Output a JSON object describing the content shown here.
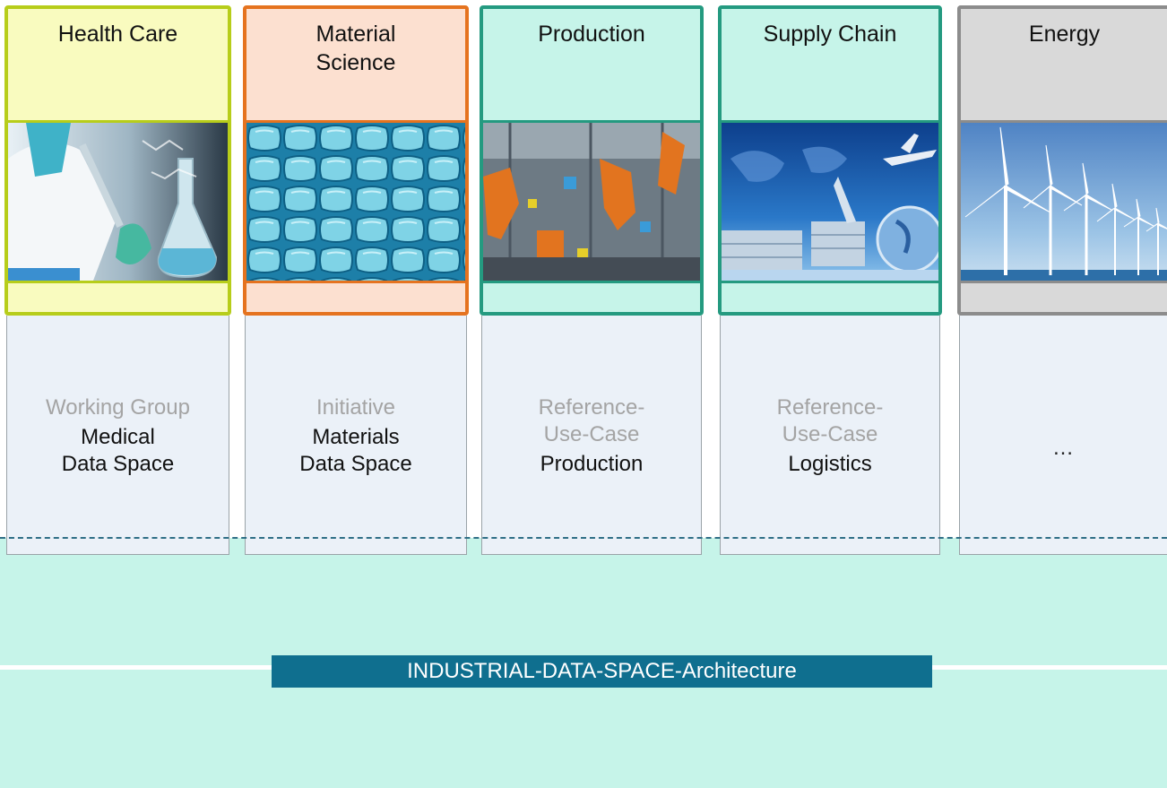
{
  "sectors": [
    {
      "title": "Health Care",
      "category": "Working Group",
      "name_line1": "Medical",
      "name_line2": "Data Space",
      "fill": "#f9fbbf",
      "border": "#b7cd1a",
      "icon": "laboratory-photo"
    },
    {
      "title_line1": "Material",
      "title_line2": "Science",
      "category": "Initiative",
      "name_line1": "Materials",
      "name_line2": "Data Space",
      "fill": "#fce0d0",
      "border": "#e5731f",
      "icon": "cell-structure-photo"
    },
    {
      "title": "Production",
      "category_line1": "Reference-",
      "category_line2": "Use-Case",
      "name_line1": "Production",
      "fill": "#c6f4e9",
      "border": "#249a80",
      "icon": "industrial-robots-photo"
    },
    {
      "title": "Supply Chain",
      "category_line1": "Reference-",
      "category_line2": "Use-Case",
      "name_line1": "Logistics",
      "fill": "#c6f4e9",
      "border": "#249a80",
      "icon": "logistics-photo"
    },
    {
      "title": "Energy",
      "name_line1": "…",
      "fill": "#d9d9d9",
      "border": "#8c8c8c",
      "icon": "wind-turbines-photo"
    }
  ],
  "architecture_label": "INDUSTRIAL-DATA-SPACE-Architecture",
  "colors": {
    "platform": "#c6f4e9",
    "architecture_bar": "#0f6f8f",
    "column_body": "#ebf1f8",
    "dashed_line": "#2f6f86"
  }
}
